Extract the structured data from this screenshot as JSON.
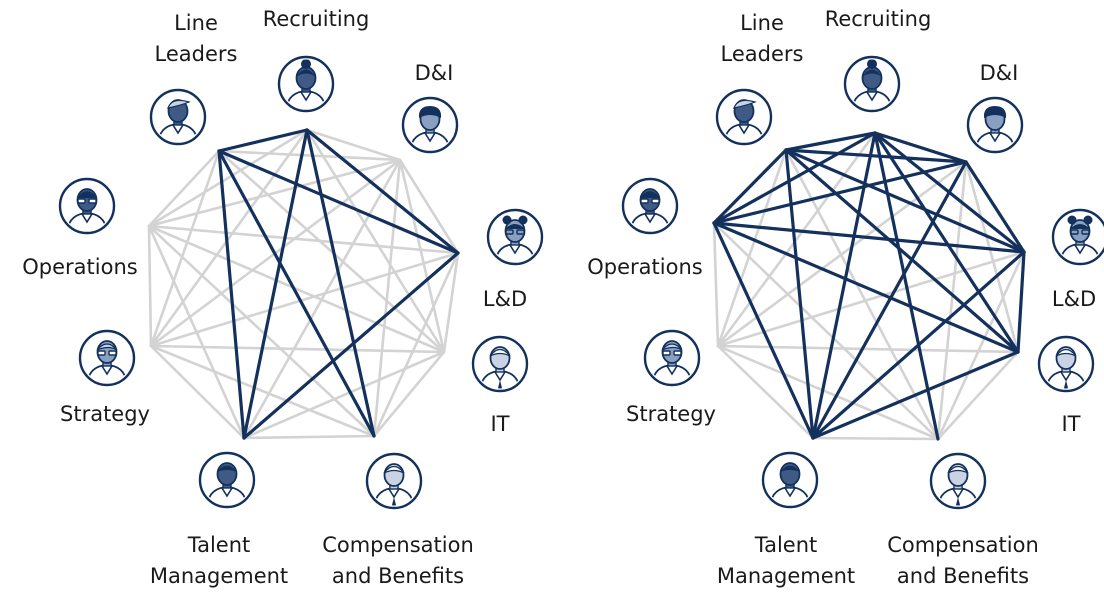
{
  "colors": {
    "highlight": "#13315c",
    "muted": "#d3d3d3",
    "icon_ring": "#13315c",
    "icon_fill": "#ffffff",
    "head_light": "#c9d3e3",
    "head_mid": "#8aa0c0",
    "head_dark": "#3f5a85",
    "hair_dark": "#13315c"
  },
  "networks": [
    {
      "id": "left",
      "nodes": [
        {
          "id": "recruiting",
          "label_lines": [
            "Recruiting"
          ],
          "icon": "person-bun-icon"
        },
        {
          "id": "dni",
          "label_lines": [
            "D&I"
          ],
          "icon": "person-curly-icon"
        },
        {
          "id": "lnd",
          "label_lines": [
            "L&D"
          ],
          "icon": "person-glasses-bun-icon"
        },
        {
          "id": "it",
          "label_lines": [
            "IT"
          ],
          "icon": "person-tie-icon"
        },
        {
          "id": "comp",
          "label_lines": [
            "Compensation",
            "and Benefits"
          ],
          "icon": "person-suit-icon"
        },
        {
          "id": "talent",
          "label_lines": [
            "Talent",
            "Management"
          ],
          "icon": "person-short-hair-icon"
        },
        {
          "id": "strategy",
          "label_lines": [
            "Strategy"
          ],
          "icon": "person-glasses-icon"
        },
        {
          "id": "operations",
          "label_lines": [
            "Operations"
          ],
          "icon": "person-beard-glasses-icon"
        },
        {
          "id": "line_leaders",
          "label_lines": [
            "Line",
            "Leaders"
          ],
          "icon": "person-sweep-hair-icon"
        }
      ],
      "highlighted_edges": [
        [
          "line_leaders",
          "recruiting"
        ],
        [
          "line_leaders",
          "lnd"
        ],
        [
          "line_leaders",
          "talent"
        ],
        [
          "line_leaders",
          "comp"
        ],
        [
          "recruiting",
          "lnd"
        ],
        [
          "recruiting",
          "talent"
        ],
        [
          "recruiting",
          "comp"
        ],
        [
          "lnd",
          "talent"
        ]
      ]
    },
    {
      "id": "right",
      "nodes": [
        {
          "id": "recruiting",
          "label_lines": [
            "Recruiting"
          ],
          "icon": "person-bun-icon"
        },
        {
          "id": "dni",
          "label_lines": [
            "D&I"
          ],
          "icon": "person-curly-icon"
        },
        {
          "id": "lnd",
          "label_lines": [
            "L&D"
          ],
          "icon": "person-glasses-bun-icon"
        },
        {
          "id": "it",
          "label_lines": [
            "IT"
          ],
          "icon": "person-tie-icon"
        },
        {
          "id": "comp",
          "label_lines": [
            "Compensation",
            "and Benefits"
          ],
          "icon": "person-suit-icon"
        },
        {
          "id": "talent",
          "label_lines": [
            "Talent",
            "Management"
          ],
          "icon": "person-short-hair-icon"
        },
        {
          "id": "strategy",
          "label_lines": [
            "Strategy"
          ],
          "icon": "person-glasses-icon"
        },
        {
          "id": "operations",
          "label_lines": [
            "Operations"
          ],
          "icon": "person-beard-glasses-icon"
        },
        {
          "id": "line_leaders",
          "label_lines": [
            "Line",
            "Leaders"
          ],
          "icon": "person-sweep-hair-icon"
        }
      ],
      "highlighted_edges": [
        [
          "line_leaders",
          "recruiting"
        ],
        [
          "line_leaders",
          "dni"
        ],
        [
          "line_leaders",
          "lnd"
        ],
        [
          "line_leaders",
          "it"
        ],
        [
          "line_leaders",
          "talent"
        ],
        [
          "line_leaders",
          "operations"
        ],
        [
          "recruiting",
          "dni"
        ],
        [
          "recruiting",
          "lnd"
        ],
        [
          "recruiting",
          "it"
        ],
        [
          "recruiting",
          "comp"
        ],
        [
          "recruiting",
          "talent"
        ],
        [
          "recruiting",
          "operations"
        ],
        [
          "dni",
          "lnd"
        ],
        [
          "dni",
          "talent"
        ],
        [
          "dni",
          "operations"
        ],
        [
          "lnd",
          "it"
        ],
        [
          "lnd",
          "talent"
        ],
        [
          "lnd",
          "operations"
        ],
        [
          "it",
          "talent"
        ],
        [
          "it",
          "operations"
        ],
        [
          "talent",
          "operations"
        ]
      ]
    }
  ]
}
